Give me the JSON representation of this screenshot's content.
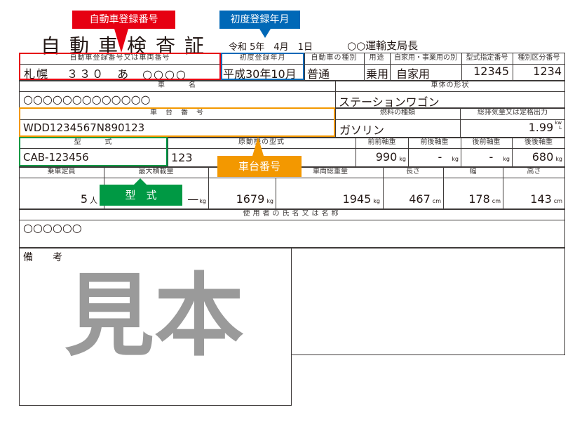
{
  "title": "自動車検査証",
  "issue_date": "令和 5年　4月　1日",
  "issuer": "○○運輸支局長",
  "headers": {
    "reg_no": "自動車登録番号又は車両番号",
    "first_reg": "初度登録年月",
    "car_kind": "自動車の種別",
    "usage": "用途",
    "private_business": "自家用・事業用の別",
    "model_designation": "型式指定番号",
    "category_no": "種別区分番号",
    "car_name": "車　　　名",
    "body_shape": "車体の形状",
    "chassis_no": "車　台　番　号",
    "fuel": "燃料の種類",
    "displacement": "総排気量又は定格出力",
    "model": "型　　　式",
    "engine_model": "原動機の型式",
    "ff_axle": "前前軸重",
    "fr_axle": "前後軸重",
    "rf_axle": "後前軸重",
    "rr_axle": "後後軸重",
    "capacity": "乗車定員",
    "max_load": "最大積載量",
    "gross_weight": "車両総重量",
    "length": "長さ",
    "width": "幅",
    "height": "高さ",
    "owner": "使用者の氏名又は名称",
    "remarks": "備　　考"
  },
  "values": {
    "reg_no": "札幌　 ３３０　あ　○○○○",
    "first_reg": "平成30年10月",
    "car_kind": "普通",
    "usage": "乗用",
    "private_business": "自家用",
    "model_designation": "12345",
    "category_no": "1234",
    "car_name": "○○○○○○○○○○○○○",
    "body_shape": "ステーションワゴン",
    "chassis_no": "WDD1234567N890123",
    "fuel": "ガソリン",
    "displacement": "1.99",
    "model": "CAB-123456",
    "engine_model": "123",
    "ff_axle": "990",
    "fr_axle": "-",
    "rf_axle": "-",
    "rr_axle": "680",
    "capacity": "5",
    "max_load": "—",
    "gross_weight": "1679",
    "vehicle_total": "1945",
    "length": "467",
    "width": "178",
    "height": "143",
    "owner": "○○○○○○"
  },
  "units": {
    "kg": "kg",
    "cm": "cm",
    "person": "人",
    "kw": "kw",
    "l": "L"
  },
  "watermark": "見本",
  "callouts": {
    "reg_no": "自動車登録番号",
    "first_reg": "初度登録年月",
    "chassis_no": "車台番号",
    "model": "型　式"
  },
  "colors": {
    "red": "#e60012",
    "blue": "#0068b7",
    "orange": "#f39800",
    "green": "#009944"
  }
}
